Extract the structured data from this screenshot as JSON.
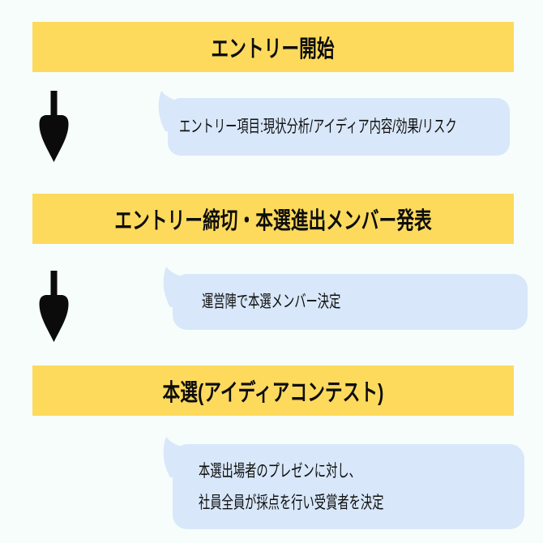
{
  "colors": {
    "page-bg": "#F6FDFB",
    "banner-yellow": "#FDDA5C",
    "bubble-blue": "#D8E7F9",
    "arrow-black": "#0B0B0B",
    "text-black": "#111111"
  },
  "icons": {
    "down_arrow": "thick-down-arrow",
    "bubble_tail": "speech-bubble-tail"
  },
  "flow": {
    "steps": [
      {
        "banner": "エントリー開始",
        "note_lines": [
          "エントリー項目:現状分析/アイディア内容/効果/リスク"
        ]
      },
      {
        "banner": "エントリー締切・本選進出メンバー発表",
        "note_lines": [
          "運営陣で本選メンバー決定"
        ]
      },
      {
        "banner": "本選(アイディアコンテスト)",
        "note_lines": [
          "本選出場者のプレゼンに対し、",
          "社員全員が採点を行い受賞者を決定"
        ]
      }
    ]
  }
}
